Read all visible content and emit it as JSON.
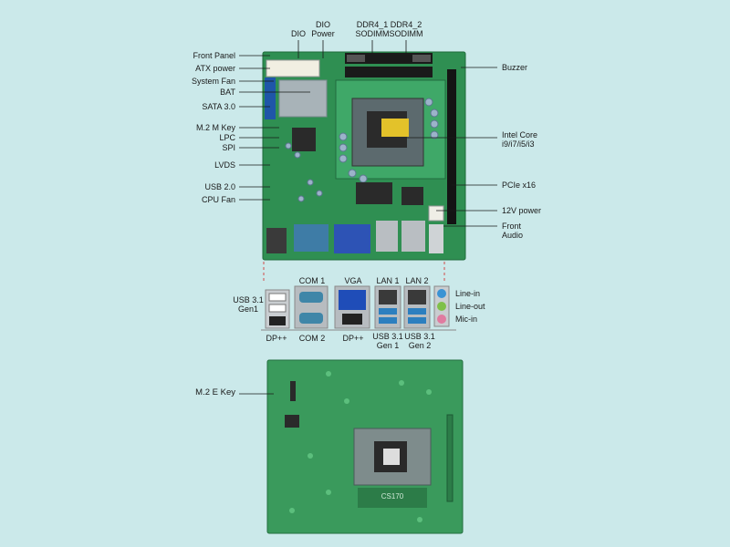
{
  "top_labels": {
    "dio": "DIO",
    "dio_power": [
      "DIO",
      "Power"
    ],
    "ddr4_1": [
      "DDR4_1",
      "SODIMM"
    ],
    "ddr4_2": [
      "DDR4_2",
      "SODIMM"
    ]
  },
  "left_labels": {
    "front_panel": "Front Panel",
    "atx_power": "ATX power",
    "system_fan": "System Fan",
    "bat": "BAT",
    "sata": "SATA 3.0",
    "m2_m_key": "M.2 M Key",
    "lpc": "LPC",
    "spi": "SPI",
    "lvds": "LVDS",
    "usb20": "USB 2.0",
    "cpu_fan": "CPU Fan"
  },
  "right_labels": {
    "buzzer": "Buzzer",
    "intel_core": [
      "Intel Core",
      "i9/i7/i5/i3"
    ],
    "pcie": "PCIe x16",
    "power12v": "12V power",
    "front_audio": [
      "Front",
      "Audio"
    ]
  },
  "io_labels": {
    "usb31_gen1": [
      "USB 3.1",
      "Gen1"
    ],
    "com1": "COM 1",
    "vga": "VGA",
    "lan1": "LAN 1",
    "lan2": "LAN 2",
    "line_in": "Line-in",
    "line_out": "Line-out",
    "mic_in": "Mic-in",
    "dp1": "DP++",
    "com2": "COM 2",
    "dp2": "DP++",
    "usb31_gen1_b": [
      "USB 3.1",
      "Gen 1"
    ],
    "usb31_gen2": [
      "USB 3.1",
      "Gen 2"
    ]
  },
  "bottom_labels": {
    "m2_e_key": "M.2 E Key",
    "chipset": "CS170"
  },
  "colors": {
    "background": "#cbe9ea",
    "pcb": "#3a9a5c",
    "pcb_dark": "#2c7c48",
    "leader": "#1a1a1a"
  }
}
